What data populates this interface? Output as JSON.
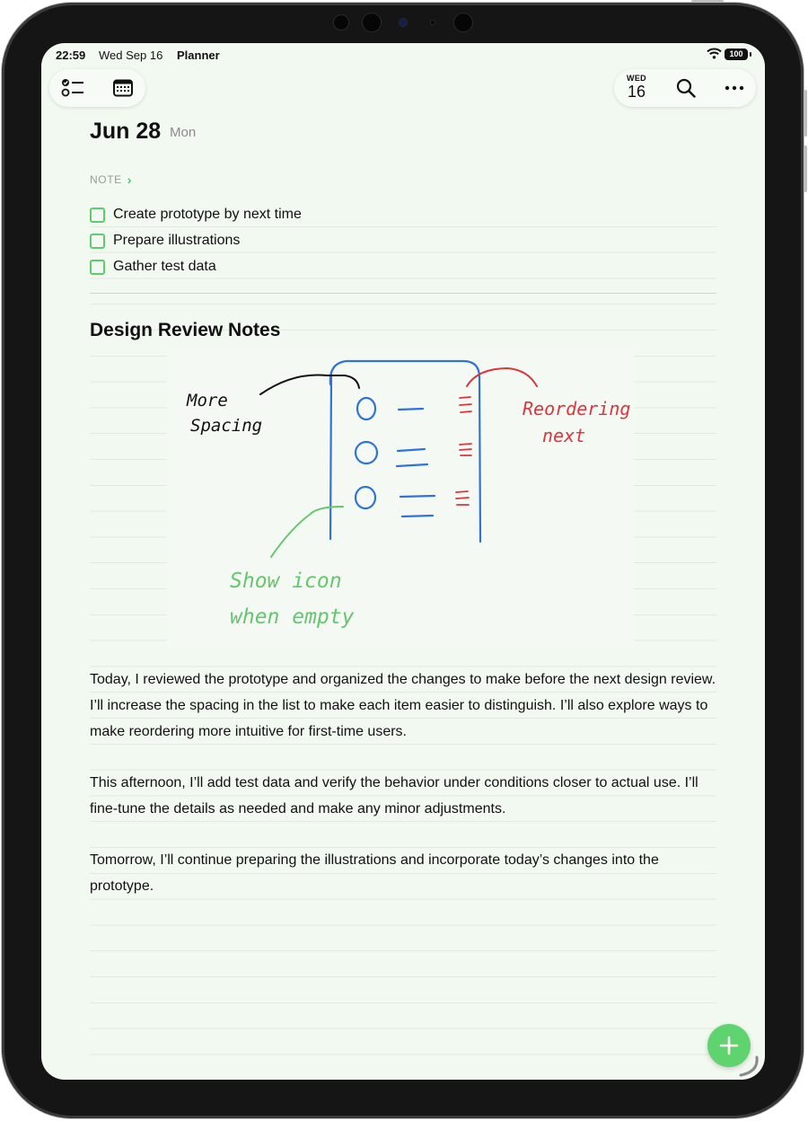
{
  "status_bar": {
    "time": "22:59",
    "date": "Wed Sep 16",
    "app_name": "Planner",
    "battery": "100"
  },
  "toolbar": {
    "left_icons": [
      "checklist-icon",
      "calendar-icon"
    ],
    "today_badge": {
      "day_of_week": "WED",
      "day_number": "16"
    },
    "right_icons": [
      "search-icon",
      "more-icon"
    ]
  },
  "page": {
    "date_title": "Jun 28",
    "day_of_week": "Mon",
    "note_link": "NOTE"
  },
  "tasks": [
    {
      "label": "Create prototype by next time",
      "checked": false
    },
    {
      "label": "Prepare illustrations",
      "checked": false
    },
    {
      "label": "Gather test data",
      "checked": false
    }
  ],
  "section_title": "Design Review Notes",
  "sketch": {
    "annotation_spacing": [
      "More",
      "Spacing"
    ],
    "annotation_reorder": [
      "Reordering",
      "next"
    ],
    "annotation_icon": [
      "Show icon",
      "when empty"
    ],
    "colors": {
      "black": "#111111",
      "blue": "#2f73d9",
      "red": "#d9363e",
      "green": "#67c56f"
    }
  },
  "paragraphs": [
    "Today, I reviewed the prototype and organized the changes to make before the next design review. I’ll increase the spacing in the list to make each item easier to distinguish. I’ll also explore ways to make reordering more intuitive for first-time users.",
    "This afternoon, I’ll add test data and verify the behavior under conditions closer to actual use. I’ll fine-tune the details as needed and make any minor adjustments.",
    "Tomorrow, I’ll continue preparing the illustrations and incorporate today’s changes into the prototype."
  ],
  "fab_icon": "plus-icon",
  "theme": {
    "accent": "#5fd36d",
    "background": "#f2f9f1"
  }
}
